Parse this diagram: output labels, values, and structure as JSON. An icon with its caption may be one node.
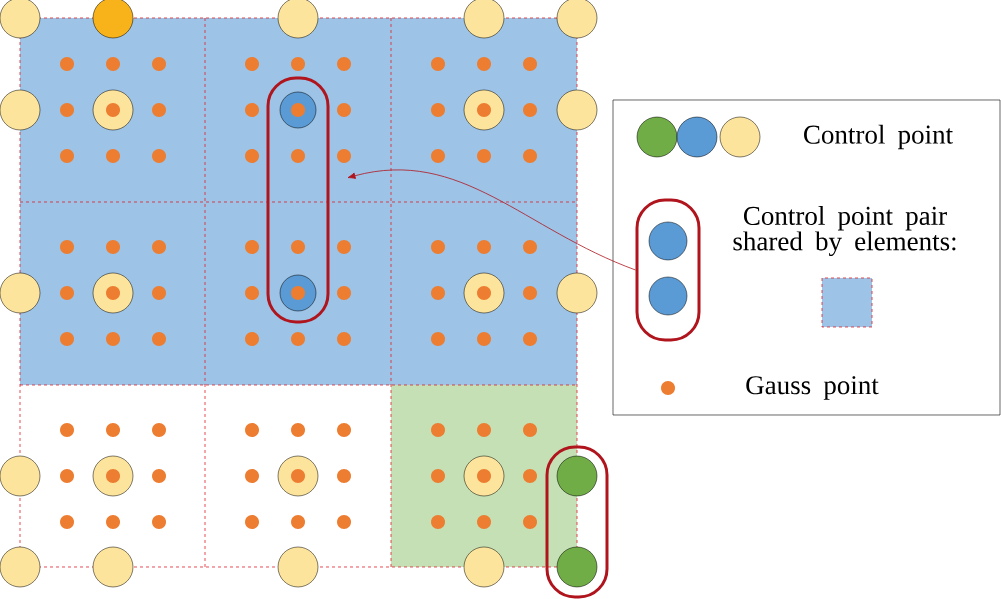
{
  "diagram": {
    "nodes": [
      {
        "text": [],
        "shape": "box"
      },
      {
        "text": [],
        "shape": "box"
      },
      {
        "text": [],
        "shape": "box"
      }
    ],
    "edges": [
      {
        "from": 2,
        "to": 0,
        "arrow": "to"
      }
    ],
    "legend": [
      {
        "text": "Control point"
      },
      {
        "text": "Control point pair shared by elements:"
      },
      {
        "text": "Gauss point"
      }
    ]
  }
}
